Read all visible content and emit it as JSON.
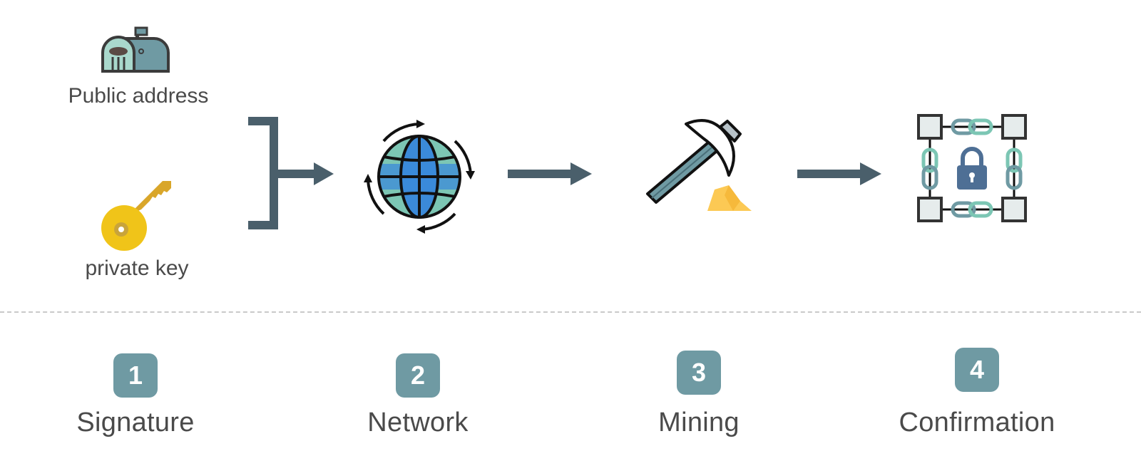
{
  "inputs": {
    "public_address_label": "Public address",
    "private_key_label": "private key"
  },
  "steps": [
    {
      "number": "1",
      "label": "Signature"
    },
    {
      "number": "2",
      "label": "Network"
    },
    {
      "number": "3",
      "label": "Mining"
    },
    {
      "number": "4",
      "label": "Confirmation"
    }
  ],
  "icons": {
    "mailbox": "mailbox-icon",
    "key": "key-icon",
    "globe": "globe-network-icon",
    "pickaxe": "pickaxe-icon",
    "blockchain": "blockchain-lock-icon"
  },
  "colors": {
    "arrow": "#4a5f6b",
    "badge": "#6f9aa3",
    "text": "#4a4a4a",
    "key": "#f0c419",
    "gold": "#fcc954",
    "globe_blue": "#3b8ad9",
    "globe_green": "#7cc6b4",
    "lock": "#4e6f95"
  }
}
